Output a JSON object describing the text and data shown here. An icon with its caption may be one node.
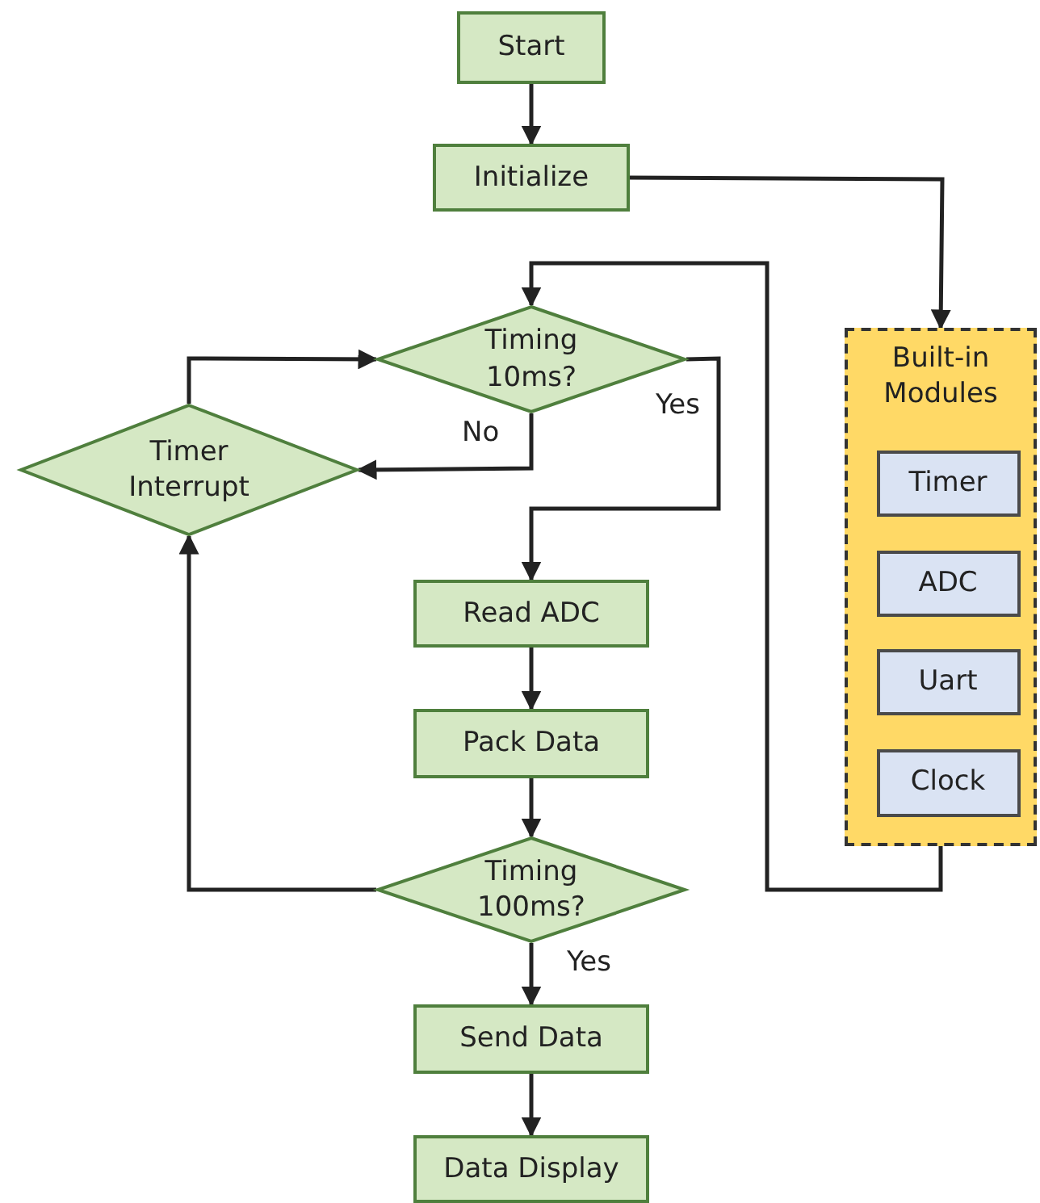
{
  "diagram": {
    "nodes": [
      {
        "text": [
          "Start"
        ]
      },
      {
        "text": [
          "Initialize"
        ]
      },
      {
        "text": [
          "Timing 10ms?"
        ]
      },
      {
        "text": [
          "Timer Interrupt"
        ]
      },
      {
        "text": [
          "Read ADC"
        ]
      },
      {
        "text": [
          "Pack Data"
        ]
      },
      {
        "text": [
          "Timing 100ms?"
        ]
      },
      {
        "text": [
          "Send Data"
        ]
      },
      {
        "text": [
          "Data Display"
        ]
      },
      {
        "text": [
          "Built-in Modules"
        ]
      },
      {
        "text": [
          "Timer"
        ],
        "in": 9
      },
      {
        "text": [
          "ADC"
        ],
        "in": 9
      },
      {
        "text": [
          "Uart"
        ],
        "in": 9
      },
      {
        "text": [
          "Clock"
        ],
        "in": 9
      }
    ],
    "edges": [
      {
        "from": 0,
        "to": 1,
        "arrow": "to"
      },
      {
        "from": 1,
        "to": 9,
        "arrow": "to"
      },
      {
        "from": 9,
        "to": 2,
        "arrow": "to"
      },
      {
        "from": 2,
        "to": 3,
        "arrow": "to",
        "label": "No"
      },
      {
        "from": 2,
        "to": 4,
        "arrow": "to",
        "label": "Yes"
      },
      {
        "from": 3,
        "to": 2,
        "arrow": "to"
      },
      {
        "from": 4,
        "to": 5,
        "arrow": "to"
      },
      {
        "from": 5,
        "to": 6,
        "arrow": "to"
      },
      {
        "from": 6,
        "to": 3,
        "arrow": "to"
      },
      {
        "from": 6,
        "to": 7,
        "arrow": "to",
        "label": "Yes"
      },
      {
        "from": 7,
        "to": 8,
        "arrow": "to"
      }
    ]
  }
}
